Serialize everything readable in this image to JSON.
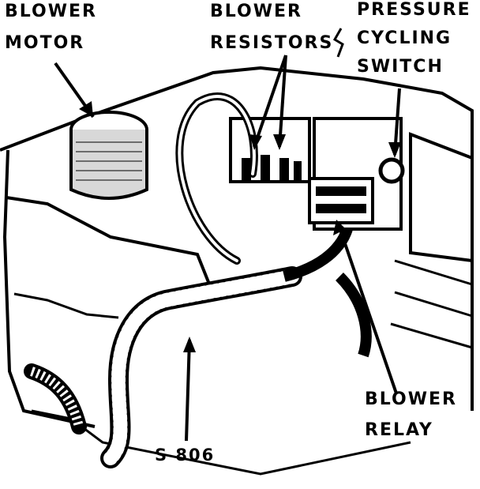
{
  "labels": {
    "blower_motor": [
      "BLOWER",
      "MOTOR"
    ],
    "blower_resistors": [
      "BLOWER",
      "RESISTORS"
    ],
    "pressure_cycling_switch": [
      "PRESSURE",
      "CYCLING",
      "SWITCH"
    ],
    "blower_relay": [
      "BLOWER",
      "RELAY"
    ],
    "splice": "S 806"
  }
}
